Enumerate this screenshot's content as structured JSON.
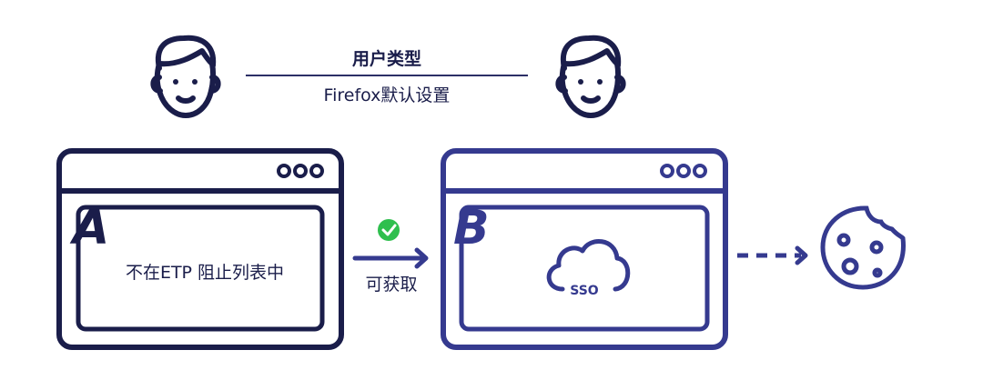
{
  "header": {
    "title": "用户类型",
    "subtitle": "Firefox默认设置"
  },
  "browser_a": {
    "letter": "A",
    "label": "不在ETP 阻止列表中"
  },
  "transition": {
    "label": "可获取"
  },
  "browser_b": {
    "letter": "B",
    "cloud_label": "SSO"
  },
  "colors": {
    "dark_navy": "#1a1d4a",
    "blue": "#353a8f",
    "green": "#2fbf4e"
  }
}
